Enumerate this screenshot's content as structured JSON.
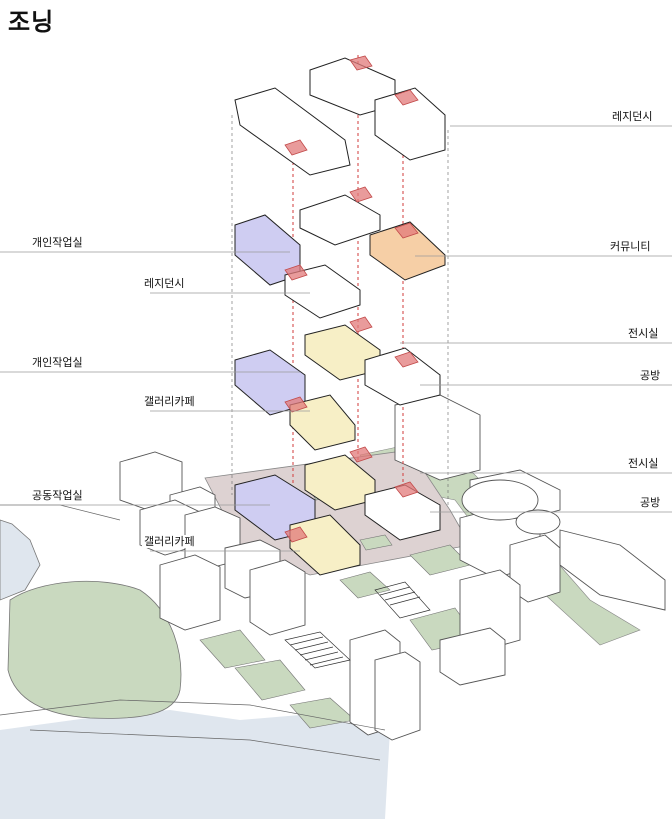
{
  "title": "조닝",
  "labels": {
    "residency_top": "레지던시",
    "private_studio_1": "개인작업실",
    "community": "커뮤니티",
    "residency_mid": "레지던시",
    "exhibition_1": "전시실",
    "private_studio_2": "개인작업실",
    "workshop_1": "공방",
    "gallery_cafe_1": "갤러리카페",
    "exhibition_2": "전시실",
    "shared_studio": "공동작업실",
    "workshop_2": "공방",
    "gallery_cafe_2": "갤러리카페"
  },
  "colors": {
    "water": "#dfe6ee",
    "green": "#c9d9bf",
    "plaza": "#ddd2d2",
    "core_red": "#e27a7a",
    "studio_purple": "#cfcdf2",
    "community_orange": "#f6cfa6",
    "gallery_yellow": "#f7efc6",
    "leader_line": "#9a9a9a"
  }
}
